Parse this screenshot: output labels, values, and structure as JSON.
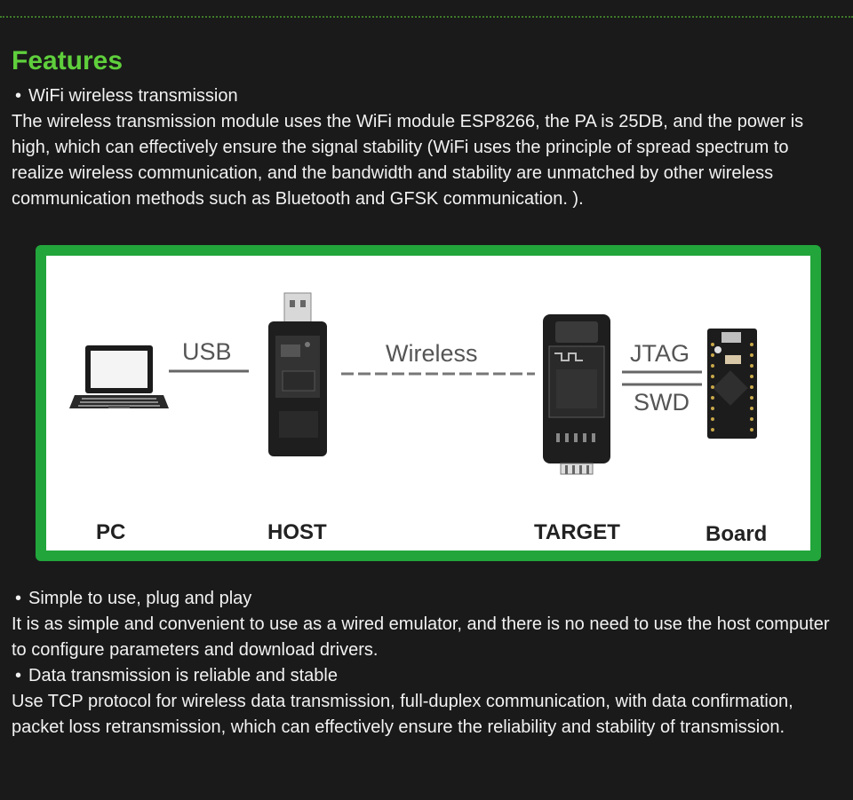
{
  "features": {
    "title": "Features",
    "sections": [
      {
        "bullet": "WiFi wireless transmission",
        "text": "The wireless transmission module uses the WiFi module ESP8266, the PA is 25DB, and the power is high, which can effectively ensure the signal stability (WiFi uses the principle of spread spectrum to realize wireless communication, and the bandwidth and stability are unmatched by other wireless communication methods such as Bluetooth and GFSK communication. )."
      },
      {
        "bullet": "Simple to use, plug and play",
        "text": "It is as simple and convenient to use as a wired emulator, and there is no need to use the host computer to configure parameters and download drivers."
      },
      {
        "bullet": "Data transmission is reliable and stable",
        "text": "Use TCP protocol for wireless data transmission, full-duplex communication, with data confirmation, packet loss retransmission, which can effectively ensure the reliability and stability of transmission."
      }
    ]
  },
  "diagram": {
    "nodes": {
      "pc": "PC",
      "host": "HOST",
      "target": "TARGET",
      "board": "Board"
    },
    "links": {
      "usb": "USB",
      "wireless": "Wireless",
      "jtag": "JTAG",
      "swd": "SWD"
    },
    "colors": {
      "frame": "#22a53b",
      "heading": "#5fcf3c"
    },
    "icons": [
      "laptop-icon",
      "usb-dongle-icon",
      "target-module-icon",
      "dev-board-icon"
    ]
  }
}
